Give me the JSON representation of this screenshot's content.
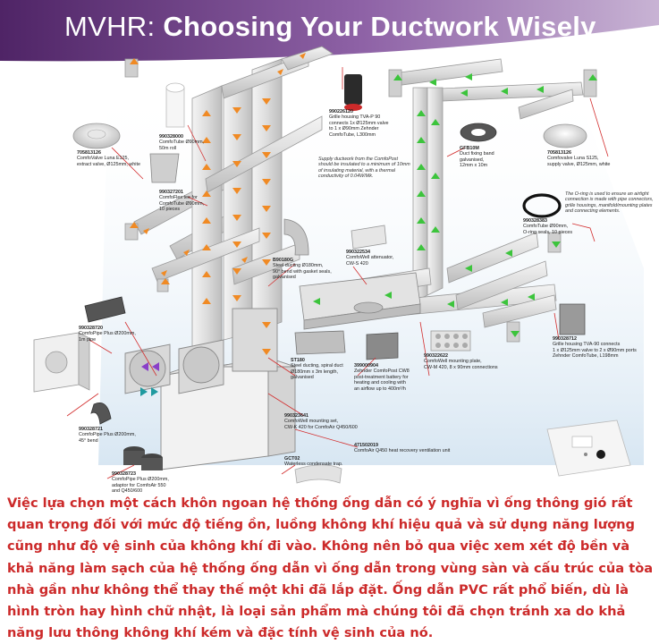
{
  "header": {
    "title_prefix": "MVHR:",
    "title_main": "Choosing Your Ductwork Wisely",
    "background_start": "#5a2a6e",
    "background_end": "#b695c6"
  },
  "products": [
    {
      "code": "705813126",
      "desc1": "ComfoValve Luna E125,",
      "desc2": "extract valve, Ø125mm, white"
    },
    {
      "code": "990328000",
      "desc1": "ComfoTube Ø90mm,",
      "desc2": "50m roll"
    },
    {
      "code": "990327201",
      "desc1": "ComfoFlex tee for",
      "desc2": "ComfoTube Ø90mm,",
      "desc3": "10 pieces"
    },
    {
      "code": "990226120",
      "desc1": "Grille housing TVA-P 90",
      "desc2": "connects 1x Ø125mm valve",
      "desc3": "to 1 x Ø90mm Zehnder",
      "desc4": "ComfoTube, L300mm"
    },
    {
      "code": "GFB10M",
      "desc1": "Duct fixing band",
      "desc2": "galvanised,",
      "desc3": "12mm x 10m"
    },
    {
      "code": "705813126",
      "desc1": "Comfovalve Luna S125,",
      "desc2": "supply valve, Ø125mm, white"
    },
    {
      "code": "990328383",
      "desc1": "ComfoTube Ø90mm,",
      "desc2": "O-ring seals, 10 pieces"
    },
    {
      "code": "B90180G",
      "desc1": "Steel ducting Ø180mm,",
      "desc2": "90° bend with gasket seals,",
      "desc3": "galvanised"
    },
    {
      "code": "990322534",
      "desc1": "ComfoWell attenuator,",
      "desc2": "CW-S 420"
    },
    {
      "code": "990328720",
      "desc1": "ComfoPipe Plus Ø200mm,",
      "desc2": "1m pipe"
    },
    {
      "code": "ST180",
      "desc1": "Steel ducting, spiral duct",
      "desc2": "Ø180mm x 3m length,",
      "desc3": "galvanised"
    },
    {
      "code": "399000904",
      "desc1": "Zehnder ComfoPost CW8",
      "desc2": "post-treatment battery for",
      "desc3": "heating and cooling with",
      "desc4": "an airflow up to 400m³/h"
    },
    {
      "code": "990322622",
      "desc1": "ComfoWell mounting plate,",
      "desc2": "CW-M 420, 8 x 90mm connections"
    },
    {
      "code": "990328712",
      "desc1": "Grille housing TVA-90 connects",
      "desc2": "1 x Ø125mm valve to 2 x Ø90mm ports",
      "desc3": "Zehnder ComfoTube, L198mm"
    },
    {
      "code": "990328721",
      "desc1": "ComfoPipe Plus Ø200mm,",
      "desc2": "45° bend"
    },
    {
      "code": "990323641",
      "desc1": "ComfoWell mounting set,",
      "desc2": "CW-K 420 for ComfoAir Q450/600"
    },
    {
      "code": "471502019",
      "desc1": "ComfoAir Q450 heat recovery ventilation unit"
    },
    {
      "code": "990328723",
      "desc1": "ComfoPipe Plus Ø200mm,",
      "desc2": "adaptor for ComfoAir 550",
      "desc3": "and Q450/600"
    },
    {
      "code": "GCT02",
      "desc1": "Waterless condensate trap."
    }
  ],
  "notes": {
    "supply_note": "Supply ductwork from the ComfoPost should be insulated to a minimum of 10mm of insulating material, with a thermal conductivity of 0.04W/Mk.",
    "oring_note": "The O-ring is used to ensure an airtight connection is made with pipe connectors, grille housings, manifold/mounting plates and connecting elements."
  },
  "colors": {
    "orange_arrow": "#f08a24",
    "green_arrow": "#3cc43c",
    "purple_arrow": "#8a3fc8",
    "teal_arrow": "#1f9aa0",
    "callout_line": "#d32f2f",
    "body_text": "#cc2a2a"
  },
  "description": "Việc lựa chọn một cách khôn ngoan hệ thống ống dẫn có ý nghĩa vì ống thông gió rất quan trọng đối với mức độ tiếng ồn, luồng không khí hiệu quả và sử dụng năng lượng cũng như độ vệ sinh của không khí đi vào. Không nên bỏ qua việc xem xét độ bền và khả năng làm sạch của hệ thống ống dẫn vì ống dẫn trong vùng sàn và cấu trúc của tòa nhà gần như không thể thay thế một khi đã lắp đặt. Ống dẫn PVC rất phổ biến, dù là hình tròn hay hình chữ nhật, là loại sản phẩm mà chúng tôi đã chọn tránh xa do khả năng lưu thông không khí kém và đặc tính vệ sinh của nó."
}
